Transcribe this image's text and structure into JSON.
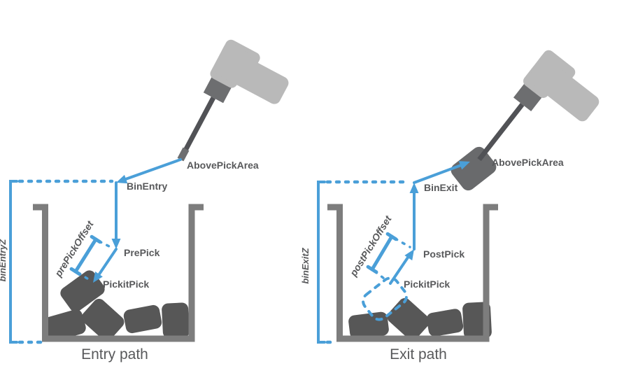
{
  "colors": {
    "blue": "#4a9fd8",
    "bin_gray": "#7d7d7d",
    "box_gray": "#575757",
    "label_gray": "#58595b",
    "tool_light": "#b9b9b9",
    "tool_mid": "#6d6e70",
    "shaft_gray": "#515256",
    "background": "#ffffff"
  },
  "entry": {
    "caption": "Entry path",
    "labels": {
      "above_pick_area": "AbovePickArea",
      "bin_entry": "BinEntry",
      "pre_pick": "PrePick",
      "pickit_pick": "PickitPick",
      "pre_pick_offset": "prePickOffset",
      "bin_entry_z": "binEntryZ"
    }
  },
  "exit": {
    "caption": "Exit path",
    "labels": {
      "above_pick_area": "AbovePickArea",
      "bin_exit": "BinExit",
      "post_pick": "PostPick",
      "pickit_pick": "PickitPick",
      "post_pick_offset": "postPickOffset",
      "bin_exit_z": "binExitZ"
    }
  }
}
